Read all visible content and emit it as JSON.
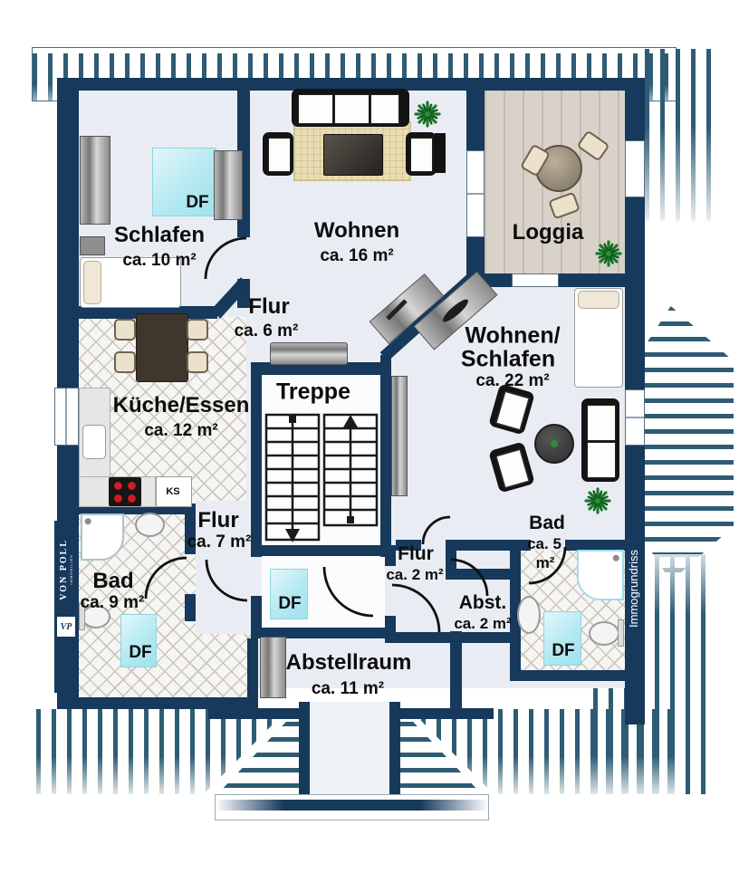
{
  "branding": {
    "agency_name": "VON POLL",
    "agency_sub": "IMMOBILIEN",
    "agency_logo": "VP",
    "watermark": "Immogrundriss"
  },
  "rooms": {
    "schlafen": {
      "name": "Schlafen",
      "area": "ca. 10 m²"
    },
    "wohnen": {
      "name": "Wohnen",
      "area": "ca. 16 m²"
    },
    "loggia": {
      "name": "Loggia"
    },
    "flur6": {
      "name": "Flur",
      "area": "ca. 6 m²"
    },
    "kueche": {
      "name": "Küche/Essen",
      "area": "ca. 12 m²"
    },
    "treppe": {
      "name": "Treppe"
    },
    "wohnen_schlafen": {
      "name_line1": "Wohnen/",
      "name_line2": "Schlafen",
      "area": "ca. 22 m²"
    },
    "flur7": {
      "name": "Flur",
      "area": "ca. 7 m²"
    },
    "bad9": {
      "name": "Bad",
      "area": "ca. 9 m²"
    },
    "flur2": {
      "name": "Flur",
      "area": "ca. 2 m²"
    },
    "abst": {
      "name": "Abst.",
      "area": "ca. 2 m²"
    },
    "bad5": {
      "name": "Bad",
      "area_line1": "ca. 5",
      "area_line2": "m²"
    },
    "abstellraum": {
      "name": "Abstellraum",
      "area": "ca. 11 m²"
    }
  },
  "labels": {
    "skylight": "DF",
    "fridge": "KS"
  },
  "colors": {
    "wall": "#16395c",
    "floor": "#e9edf3",
    "roof_stripe": "#2d5c74",
    "skylight": "#b4e9f1"
  }
}
